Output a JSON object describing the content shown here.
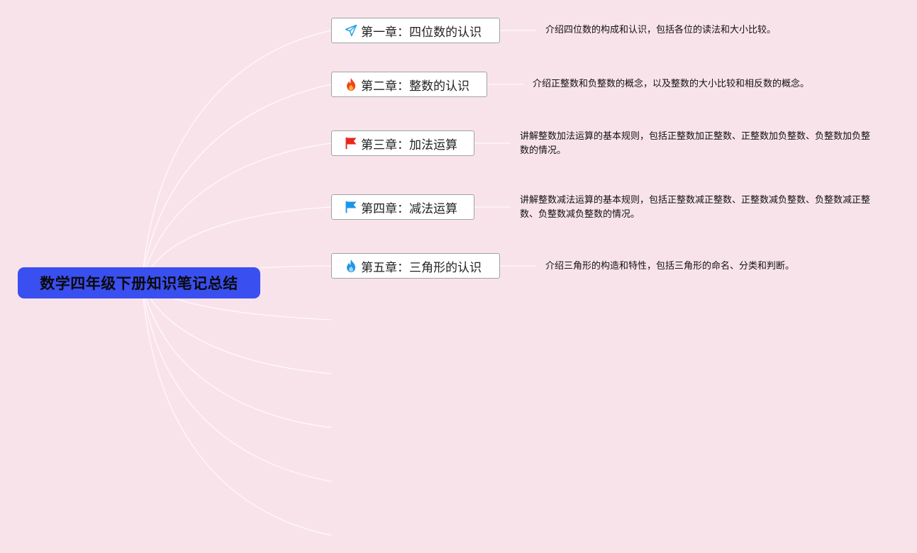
{
  "root": {
    "title": "数学四年级下册知识笔记总结"
  },
  "chapters": [
    {
      "label": "第一章：四位数的认识",
      "icon": "paper-plane-icon",
      "description": "介绍四位数的构成和认识，包括各位的读法和大小比较。"
    },
    {
      "label": "第二章：整数的认识",
      "icon": "fire-icon",
      "description": "介绍正整数和负整数的概念，以及整数的大小比较和相反数的概念。"
    },
    {
      "label": "第三章：加法运算",
      "icon": "red-flag-icon",
      "description": "讲解整数加法运算的基本规则，包括正整数加正整数、正整数加负整数、负整数加负整数的情况。"
    },
    {
      "label": "第四章：减法运算",
      "icon": "blue-flag-icon",
      "description": "讲解整数减法运算的基本规则，包括正整数减正整数、正整数减负整数、负整数减正整数、负整数减负整数的情况。"
    },
    {
      "label": "第五章：三角形的认识",
      "icon": "blue-flame-icon",
      "description": "介绍三角形的构造和特性，包括三角形的命名、分类和判断。"
    }
  ],
  "colors": {
    "background": "#f9e3ea",
    "root_fill": "#3a4ff0",
    "connector": "#ffffff",
    "paper_plane": "#2aa3e0",
    "fire": "#f0421c",
    "red_flag": "#e8261c",
    "blue_flag": "#1e96e6",
    "blue_flame": "#1e96e6"
  }
}
